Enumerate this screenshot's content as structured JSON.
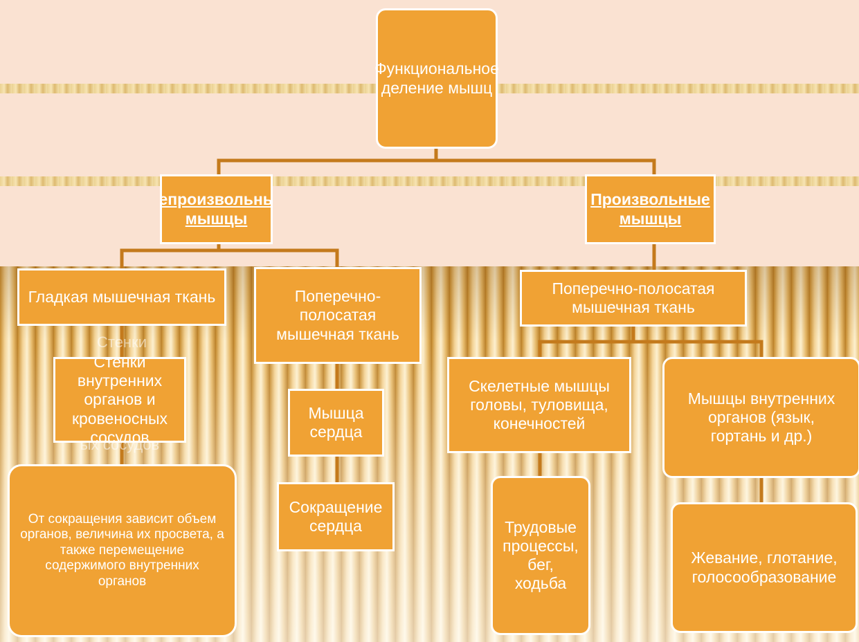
{
  "diagram": {
    "root": "Функциональное деление мышц",
    "involuntary": "Непроизвольные мышцы",
    "voluntary": "Произвольные мышцы",
    "smooth_tissue": "Гладкая мышечная ткань",
    "striated_left": "Поперечно-полосатая мышечная ткань",
    "striated_right": "Поперечно-полосатая мышечная ткань",
    "walls": "Стенки внутренних органов и кровеносных сосудов",
    "walls_hidden_top": "Стенки",
    "walls_hidden_bottom": "ых сосудов",
    "smooth_effect": "От сокращения зависит объем органов, величина их просвета, а также перемещение содержимого внутренних органов",
    "heart_muscle": "Мышца сердца",
    "heart_contraction": "Сокращение сердца",
    "skeletal": "Скелетные мышцы головы, туловища, конечностей",
    "internal_organs": "Мышцы внутренних органов (язык, гортань и др.)",
    "labor": "Трудовые процессы, бег, ходьба",
    "chewing": "Жевание, глотание, голосообразование"
  },
  "colors": {
    "box_fill": "#f0a234",
    "box_border": "#ffffff",
    "connector": "#c47a1c",
    "top_background": "#fae2d2"
  }
}
